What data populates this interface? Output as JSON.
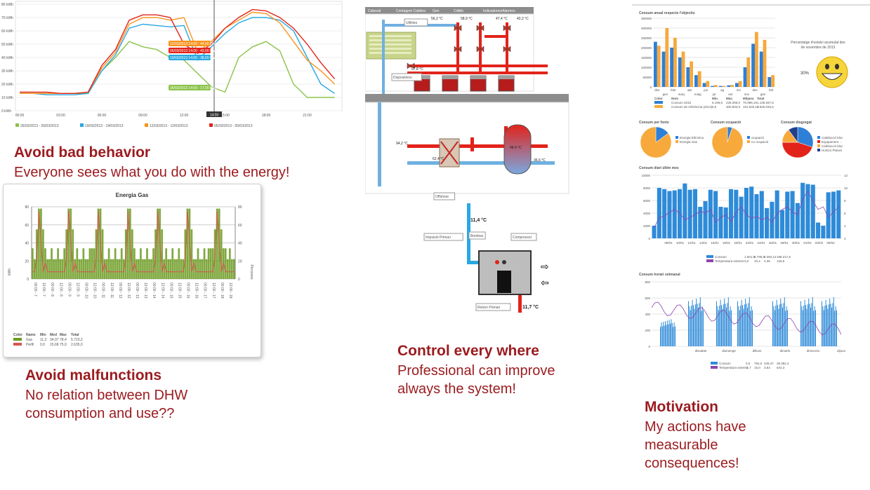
{
  "captions": {
    "c1": {
      "title": "Avoid bad behavior",
      "body": "Everyone sees what you do with the energy!"
    },
    "c2": {
      "title": "Avoid malfunctions",
      "line1": "No relation between DHW",
      "line2": "consumption and use??"
    },
    "c3": {
      "title": "Control every where",
      "line1": "Professional can improve",
      "line2": "always the system!"
    },
    "c4": {
      "title": "Motivation",
      "line1": "My actions have",
      "line2": "measurable",
      "line3": "consequences!"
    }
  },
  "chart1": {
    "ylabels": [
      "80 kWh",
      "70 kWh",
      "60 kWh",
      "50 kWh",
      "40 kWh",
      "30 kWh",
      "20 kWh",
      "10 kWh",
      "0 kWh"
    ],
    "xlabels": [
      "00:00",
      "03:00",
      "06:00",
      "09:00",
      "12:00",
      "15:00",
      "18:00",
      "21:00"
    ],
    "cursor_label": "14:00",
    "tooltips": [
      "12/03/2013 14:00 : 44,00 kWh",
      "05/03/2013 14:00 : 43,00 kWh",
      "19/03/2013 14:00 : 38,00 kWh",
      "26/03/2013 14:00 : 17,00 kWh"
    ],
    "legend": [
      "26/03/2013 - 26/03/2013",
      "19/03/2013 - 19/03/2013",
      "12/03/2013 - 12/03/2013",
      "05/03/2013 - 05/03/2013"
    ],
    "colors": [
      "#8bc34a",
      "#29a8e0",
      "#f7941d",
      "#e2231a"
    ]
  },
  "chart2": {
    "title": "Energia Gas",
    "ylabel": "kWh",
    "y2label": "Persones",
    "yticks": [
      "80",
      "60",
      "40",
      "20",
      "0"
    ],
    "table": {
      "headers": [
        "Color",
        "Name",
        "Min",
        "Med",
        "Max",
        "Total"
      ],
      "rows": [
        [
          "Gas",
          "11,2",
          "34,07",
          "78,4",
          "5.723,2"
        ],
        [
          "Perfil",
          "0,0",
          "15,68",
          "75,0",
          "2.635,0"
        ]
      ]
    }
  },
  "scada": {
    "tabs": [
      "Cabezal",
      "Contagem Caldera",
      "Gen",
      "Cidble",
      "Indicadores/Alarmes"
    ],
    "temps": [
      "56,2 °C",
      "58,9 °C",
      "47,4 °C",
      "42,2 °C",
      "67,8 °C",
      "94,2 °C",
      "62,4 °C",
      "48,4 °C",
      "36,6 °C",
      "11,4 °C",
      "11,7 °C"
    ],
    "labels": [
      "Utilities",
      "Dispositivos",
      "Bombas",
      "Impulsió Primari",
      "Retorn Primari",
      "Compressor",
      "Offshore"
    ]
  },
  "chart4": {
    "annual_title": "Consum anual respecte l'objectiu",
    "annual_months": [
      "des",
      "gen",
      "febr",
      "març",
      "abr",
      "maig",
      "jun",
      "jul",
      "ag",
      "set",
      "oct",
      "nov",
      "des",
      "gen",
      "feb"
    ],
    "annual_yticks": [
      "350000",
      "300000",
      "250000",
      "200000",
      "150000",
      "100000",
      "50000",
      "0"
    ],
    "saving_text": "Percentatge d'estalvi acumulat des de novembre de 2013",
    "saving_value": "30%",
    "annual_table": {
      "headers": [
        "Color",
        "Nom",
        "Min.",
        "Màx.",
        "Mitjana",
        "Total"
      ],
      "rows": [
        [
          "Consum 2015",
          "6.195,6",
          "226.296,0",
          "70.996,16",
          "1.135.937,6"
        ],
        [
          "Consum de referència (2014)",
          "0,0",
          "300.832,0",
          "101.626,10",
          "1.626.045,6"
        ]
      ]
    },
    "pies": [
      {
        "title": "Consum per fonts",
        "legend": [
          "Energia Elèctrica",
          "Energia Gas"
        ]
      },
      {
        "title": "Consum ocupació",
        "legend": [
          "ocupació",
          "no ocupació"
        ]
      },
      {
        "title": "Consum disgregat",
        "legend": [
          "Calefacció bloc",
          "Equipament ...",
          "Calefacció bloc",
          "Horitzó Planes"
        ]
      }
    ],
    "daily_title": "Consum diari últim mes",
    "daily_xlabels": [
      "08/01",
      "10/01",
      "12/01",
      "14/01",
      "16/01",
      "18/01",
      "20/01",
      "22/01",
      "24/01",
      "26/01",
      "28/01",
      "30/01",
      "01/02",
      "03/02",
      "05/02"
    ],
    "daily_table": {
      "rows": [
        [
          "Consum",
          "1.601,6",
          "8.796,0",
          "6.394,12",
          "198.217,6"
        ],
        [
          "Temperatura exterior",
          "0,0",
          "10,4",
          "4,38",
          "126,5"
        ]
      ]
    },
    "weekly_title": "Consum horari setmanal",
    "weekly_xlabels": [
      "dissabte",
      "diumenge",
      "dilluns",
      "dimarts",
      "dimecres",
      "dijous"
    ],
    "weekly_table": {
      "rows": [
        [
          "Consum",
          "0,0",
          "784,0",
          "228,47",
          "38.382,4"
        ],
        [
          "Temperatura exterior",
          "-1,7",
          "15,0",
          "3,83",
          "644,3"
        ]
      ]
    }
  }
}
